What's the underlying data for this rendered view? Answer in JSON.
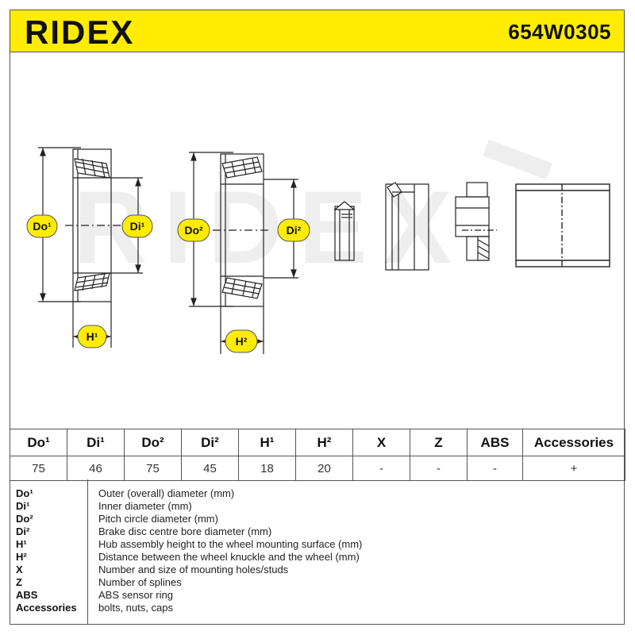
{
  "header": {
    "brand": "RIDEX",
    "part_number": "654W0305",
    "background_color": "#ffec00"
  },
  "diagram": {
    "watermark": "RIDEX",
    "labels": {
      "do1": "Do¹",
      "di1": "Di¹",
      "do2": "Do²",
      "di2": "Di²",
      "h1": "H¹",
      "h2": "H²"
    },
    "label_color": "#ffec00"
  },
  "table": {
    "headers": [
      "Do¹",
      "Di¹",
      "Do²",
      "Di²",
      "H¹",
      "H²",
      "X",
      "Z",
      "ABS",
      "Accessories"
    ],
    "values": [
      "75",
      "46",
      "75",
      "45",
      "18",
      "20",
      "-",
      "-",
      "-",
      "+"
    ]
  },
  "legend": [
    {
      "code": "Do¹",
      "description": "Outer (overall) diameter (mm)"
    },
    {
      "code": "Di¹",
      "description": "Inner diameter (mm)"
    },
    {
      "code": "Do²",
      "description": "Pitch circle diameter (mm)"
    },
    {
      "code": "Di²",
      "description": "Brake disc centre bore diameter (mm)"
    },
    {
      "code": "H¹",
      "description": "Hub assembly height to the wheel mounting surface (mm)"
    },
    {
      "code": "H²",
      "description": "Distance between the wheel knuckle and the wheel (mm)"
    },
    {
      "code": "X",
      "description": "Number and size of mounting holes/studs"
    },
    {
      "code": "Z",
      "description": "Number of splines"
    },
    {
      "code": "ABS",
      "description": "ABS sensor ring"
    },
    {
      "code": "Accessories",
      "description": "bolts, nuts, caps"
    }
  ]
}
